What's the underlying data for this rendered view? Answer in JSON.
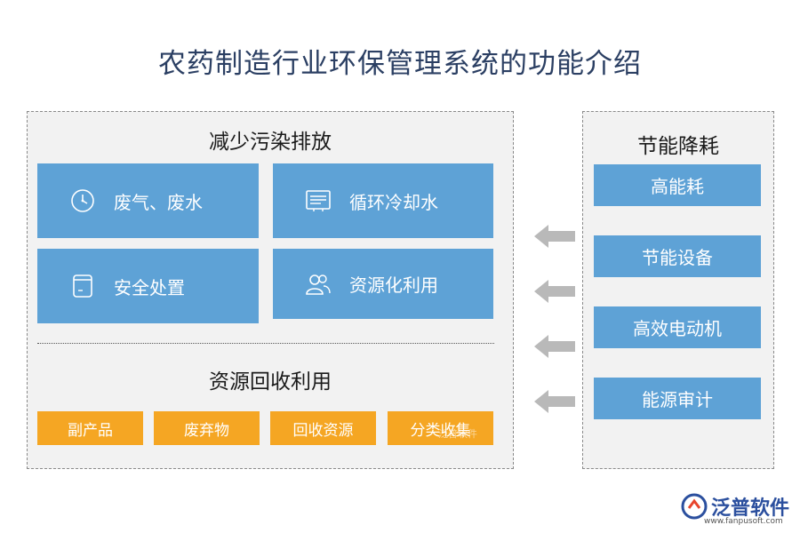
{
  "title": "农药制造行业环保管理系统的功能介绍",
  "left_panel": {
    "section_top_title": "减少污染排放",
    "tiles": [
      {
        "label": "废气、废水",
        "icon": "clock-icon"
      },
      {
        "label": "循环冷却水",
        "icon": "list-document-icon"
      },
      {
        "label": "安全处置",
        "icon": "container-icon"
      },
      {
        "label": "资源化利用",
        "icon": "users-icon"
      }
    ],
    "section_bottom_title": "资源回收利用",
    "chips": [
      "副产品",
      "废弃物",
      "回收资源",
      "分类收集"
    ]
  },
  "right_panel": {
    "title": "节能降耗",
    "items": [
      "高能耗",
      "节能设备",
      "高效电动机",
      "能源审计"
    ]
  },
  "arrows": [
    "arrow-left-icon",
    "arrow-left-icon",
    "arrow-left-icon",
    "arrow-left-icon"
  ],
  "colors": {
    "tile_blue": "#5ea2d6",
    "chip_orange": "#f5a623",
    "title_navy": "#2b3f63",
    "panel_bg": "#f2f2f2",
    "arrow_gray": "#b9b9b9"
  },
  "brand": {
    "name": "泛普软件",
    "url": "www.fanpusoft.com",
    "watermark": "泛普软件"
  }
}
